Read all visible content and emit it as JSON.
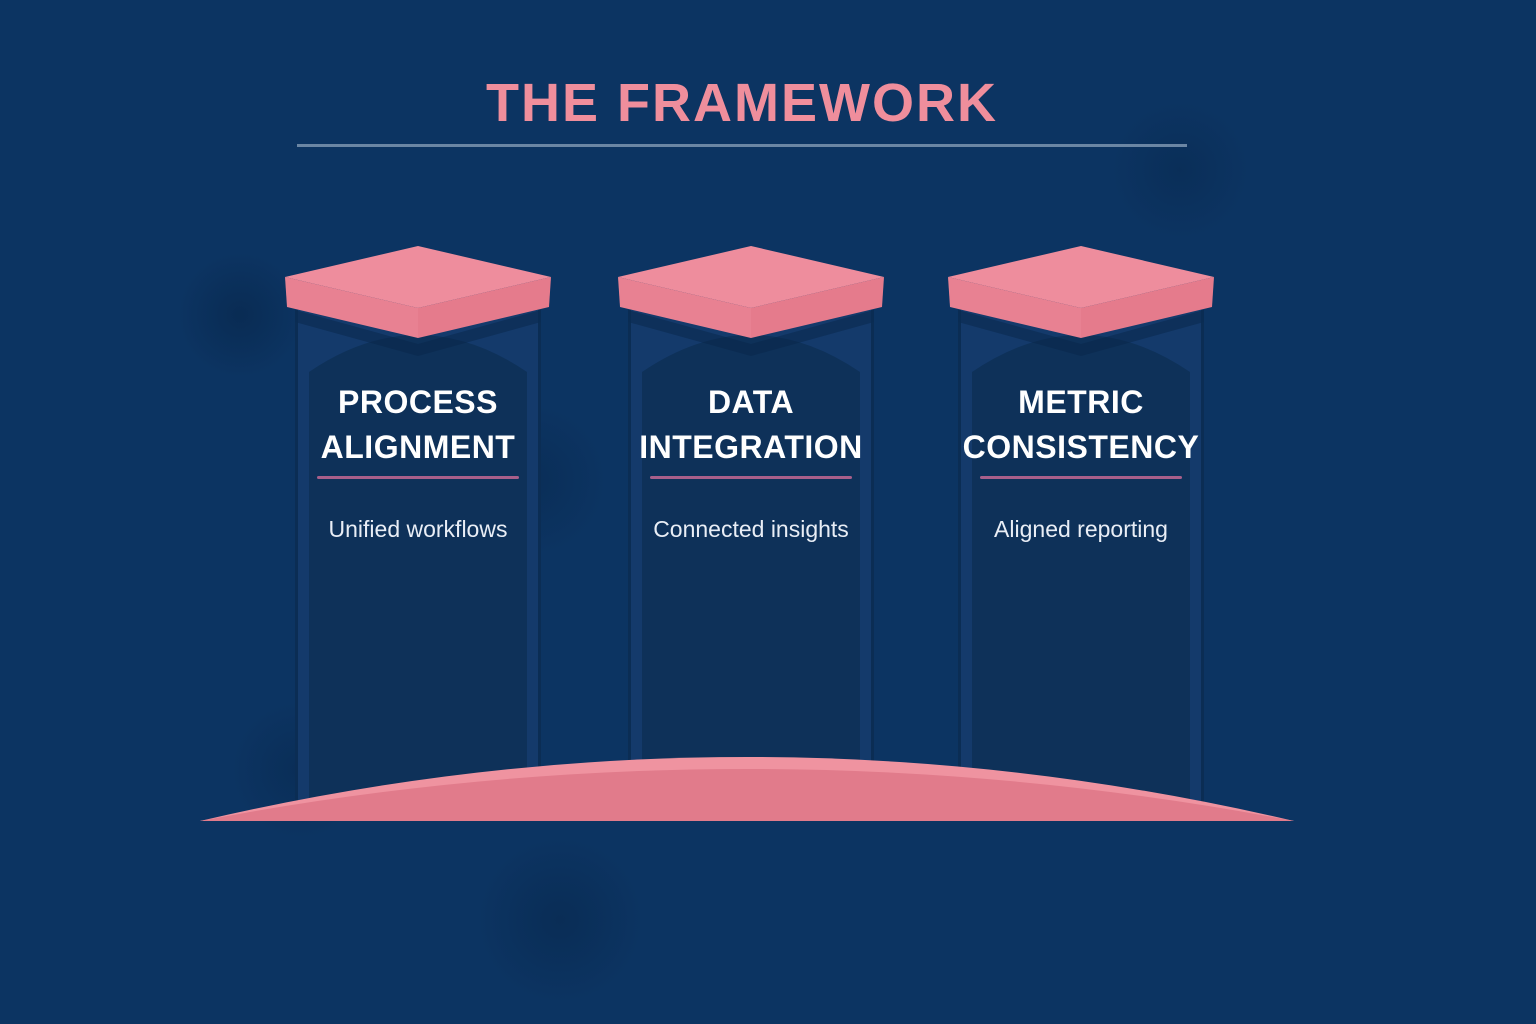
{
  "header": {
    "title": "THE FRAMEWORK"
  },
  "pillars": [
    {
      "title_line1": "PROCESS",
      "title_line2": "ALIGNMENT",
      "subtitle": "Unified workflows"
    },
    {
      "title_line1": "DATA",
      "title_line2": "INTEGRATION",
      "subtitle": "Connected insights"
    },
    {
      "title_line1": "METRIC",
      "title_line2": "CONSISTENCY",
      "subtitle": "Aligned reporting"
    }
  ],
  "colors": {
    "background": "#0c3462",
    "title_pink": "#ef8e9c",
    "divider": "#7d95b0",
    "cap_top": "#ee8d9d",
    "cap_left_face": "#e88192",
    "cap_right_face": "#e57b8c",
    "cap_shadow": "#08264a",
    "column_body": "#143a6b",
    "column_inner_panel": "#0e3159",
    "column_edge_line": "#0a2c52",
    "heading_text": "#ffffff",
    "heading_underline": "#a85f8a",
    "subtitle_text": "#e9eef6",
    "dome_light": "#ef93a0",
    "dome_dark": "#e17b8b"
  }
}
